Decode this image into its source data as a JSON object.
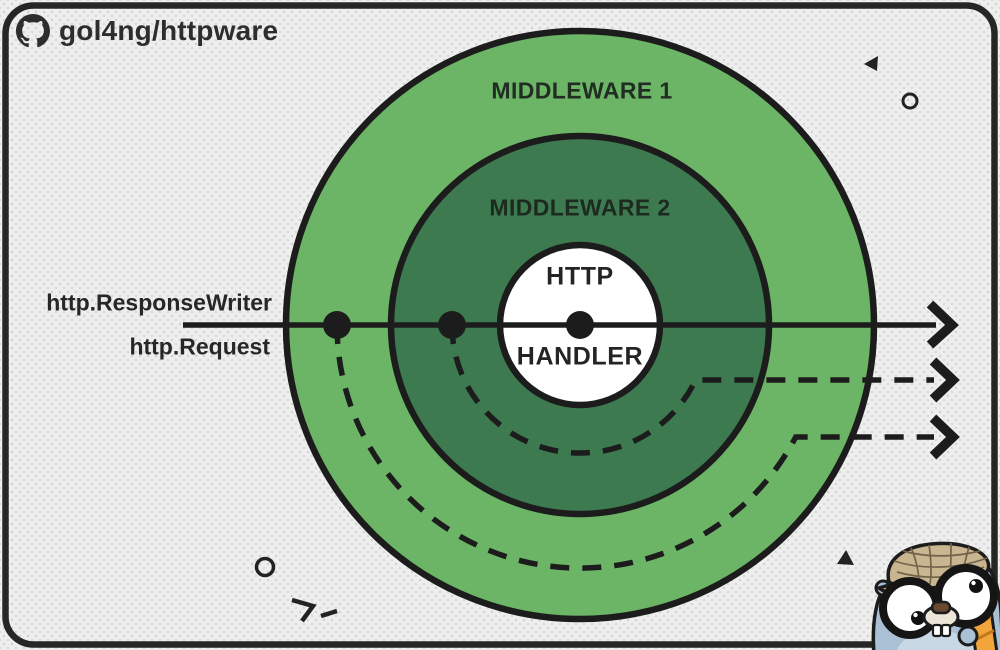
{
  "header": {
    "repo": "gol4ng/httpware"
  },
  "flow": {
    "input_top": "http.ResponseWriter",
    "input_bottom": "http.Request"
  },
  "layers": {
    "middleware1": "MIDDLEWARE 1",
    "middleware2": "MIDDLEWARE 2",
    "handler_top": "HTTP",
    "handler_bottom": "HANDLER"
  },
  "colors": {
    "background": "#eeeeee",
    "pattern_dot": "#d2d2d2",
    "frame_border": "#262626",
    "outer_ring": "#6cb566",
    "middle_ring": "#3d7a50",
    "handler_fill": "#ffffff",
    "stroke": "#1c1c1c",
    "text_dark": "#272727",
    "gopher_body": "#a9c0d5",
    "hat_tan": "#c9b590",
    "baguette_orange": "#f2a53a"
  },
  "icons": {
    "github": "github-octocat-icon",
    "mascot": "go-gopher-mascot",
    "decorations": [
      "triangle-left-icon",
      "ring-icon",
      "triangle-up-icon",
      "squiggle-icon"
    ]
  }
}
